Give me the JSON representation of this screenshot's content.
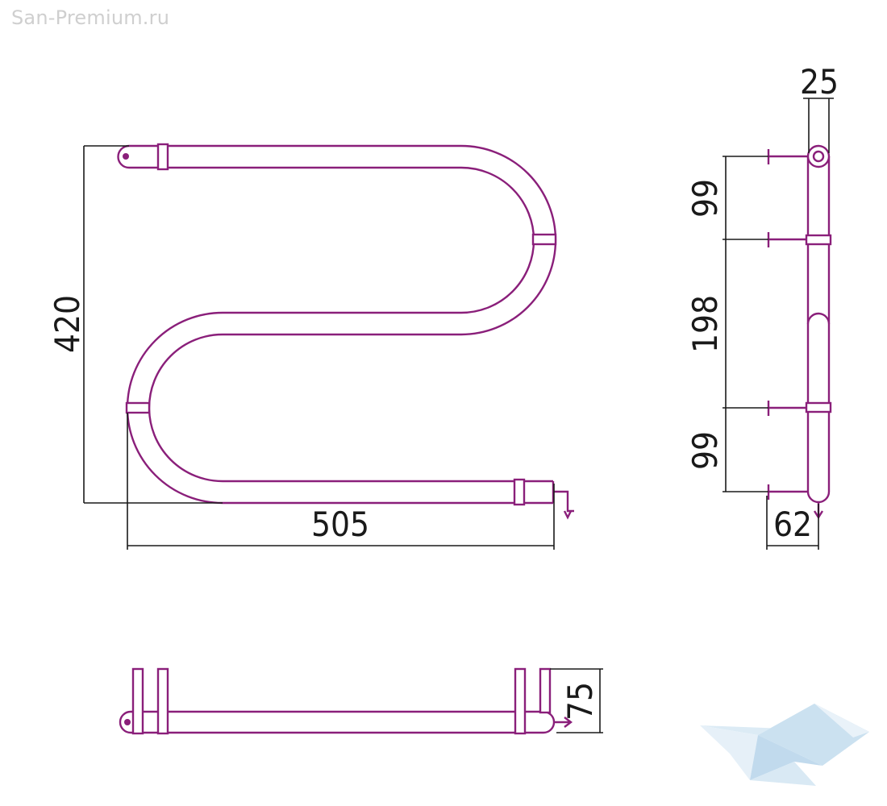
{
  "watermark": {
    "text": "San-Premium.ru"
  },
  "front_view": {
    "height_label": "420",
    "width_label": "505"
  },
  "side_view": {
    "top_width_label": "25",
    "segment_top_label": "99",
    "segment_middle_label": "198",
    "segment_bottom_label": "99",
    "bottom_width_label": "62"
  },
  "top_view": {
    "depth_label": "75"
  },
  "colors": {
    "pipe": "#8a1f7a",
    "dimension": "#1a1a1a",
    "watermark": "#cfcfcf",
    "logo": "#cfe3f0"
  },
  "logo": {
    "icon": "bird-logo-icon"
  }
}
